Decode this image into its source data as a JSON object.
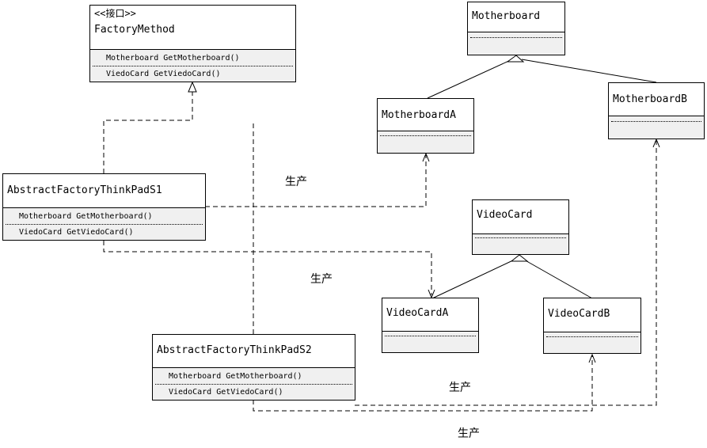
{
  "interface": {
    "stereotype": "<<接口>>",
    "name": "FactoryMethod",
    "methods": [
      "Motherboard GetMotherboard()",
      "ViedoCard GetViedoCard()"
    ]
  },
  "motherboard": {
    "name": "Motherboard"
  },
  "motherboard_a": {
    "name": "MotherboardA"
  },
  "motherboard_b": {
    "name": "MotherboardB"
  },
  "videocard": {
    "name": "VideoCard"
  },
  "videocard_a": {
    "name": "VideoCardA"
  },
  "videocard_b": {
    "name": "VideoCardB"
  },
  "factory_s1": {
    "name": "AbstractFactoryThinkPadS1",
    "methods": [
      "Motherboard GetMotherboard()",
      "ViedoCard GetViedoCard()"
    ]
  },
  "factory_s2": {
    "name": "AbstractFactoryThinkPadS2",
    "methods": [
      "Motherboard GetMotherboard()",
      "ViedoCard GetViedoCard()"
    ]
  },
  "labels": {
    "produce_1": "生产",
    "produce_2": "生产",
    "produce_3": "生产",
    "produce_4": "生产"
  }
}
